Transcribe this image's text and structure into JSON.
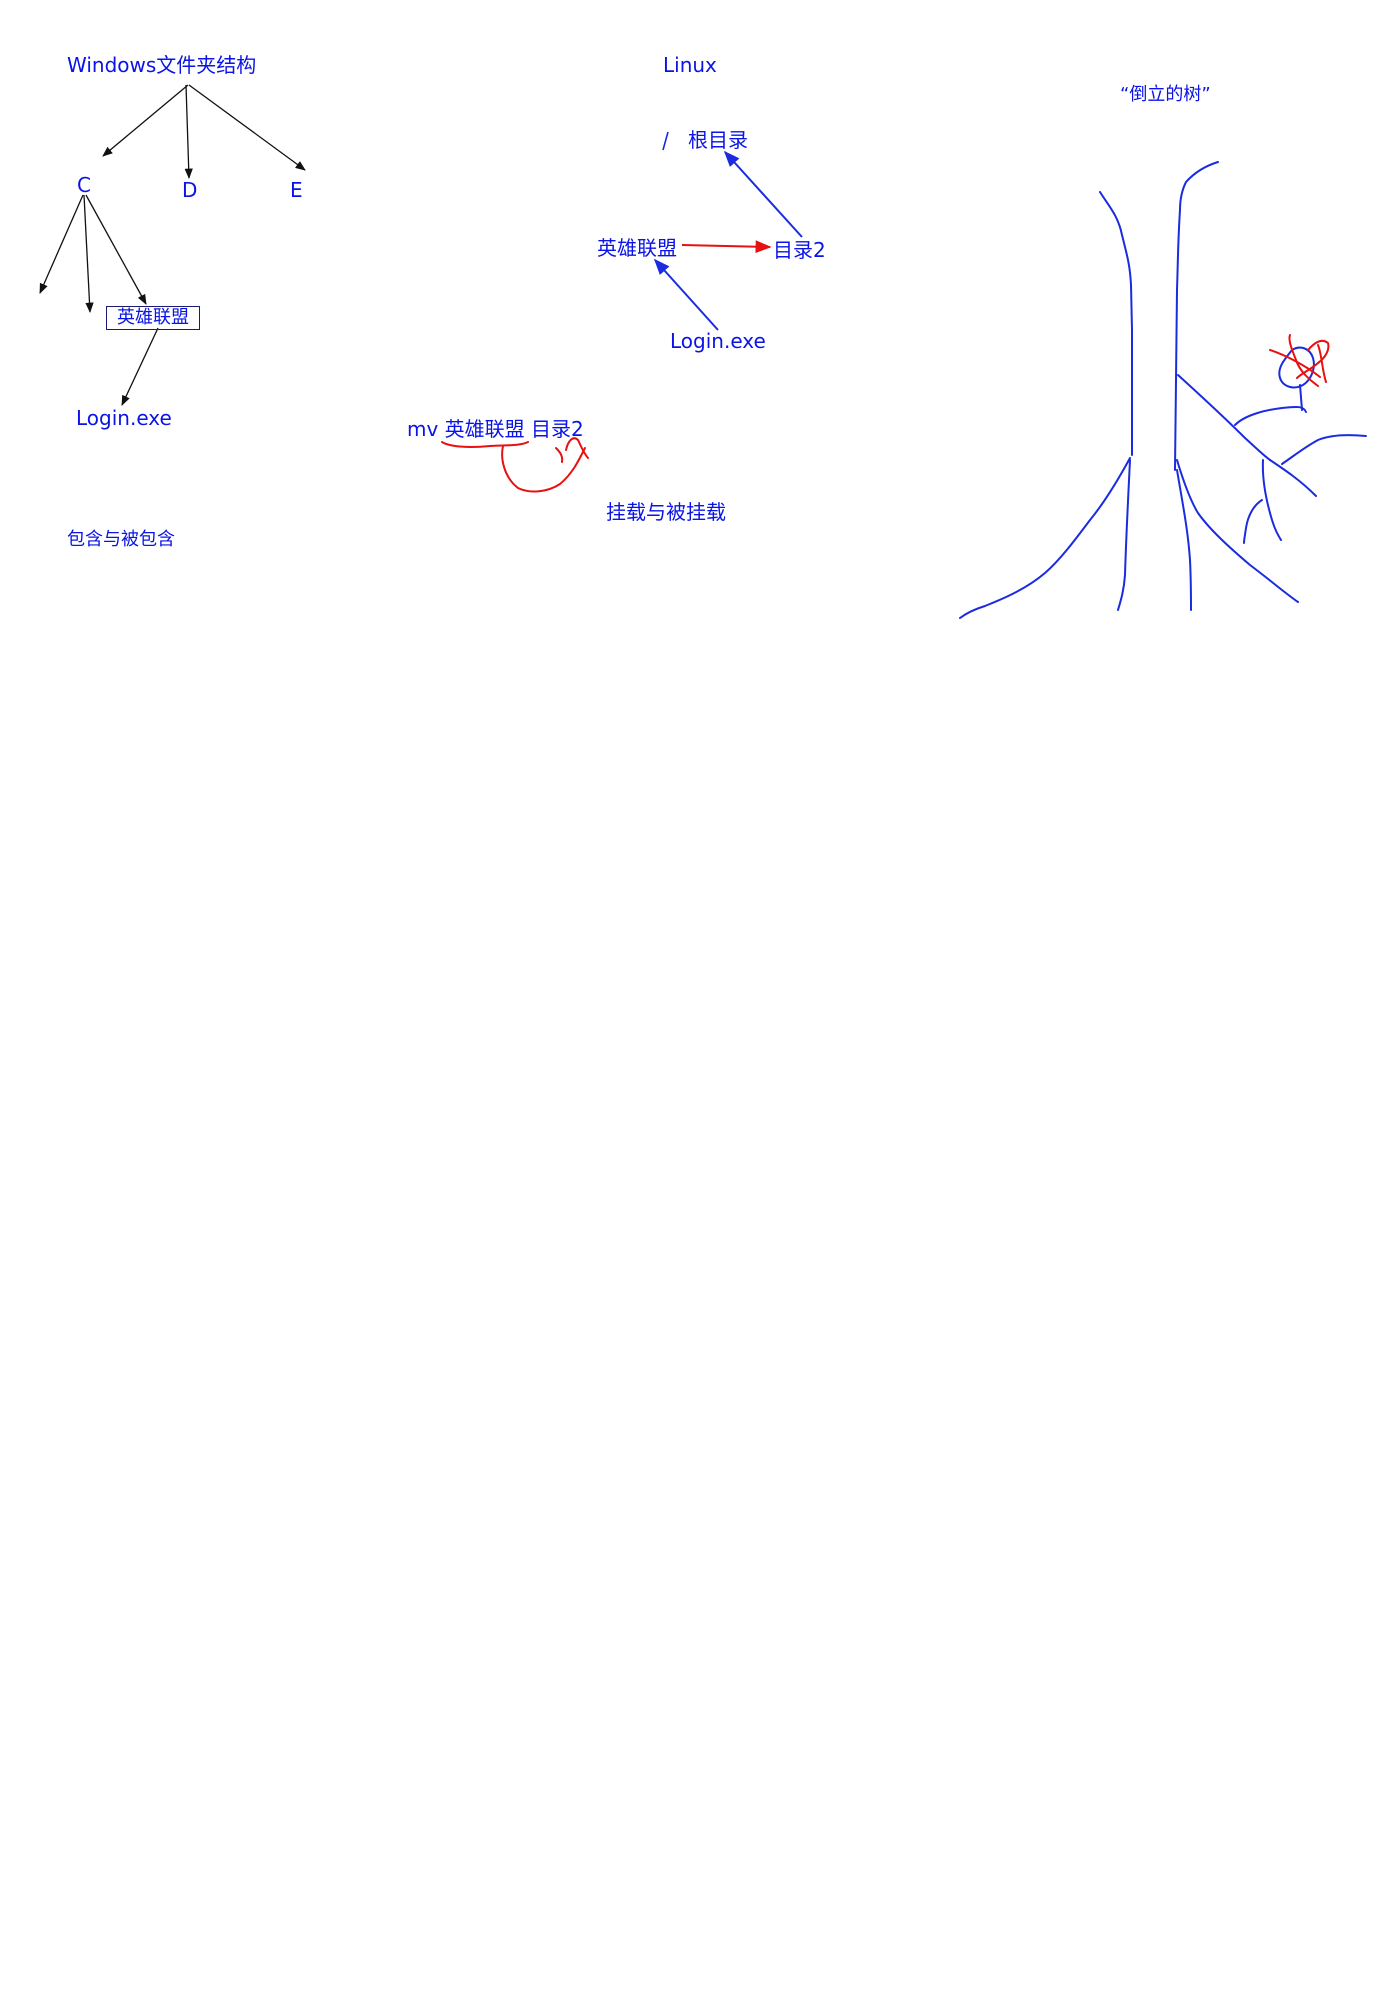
{
  "windows": {
    "title": "Windows文件夹结构",
    "drive_c": "C",
    "drive_d": "D",
    "drive_e": "E",
    "folder": "英雄联盟",
    "file": "Login.exe",
    "note": "包含与被包含"
  },
  "linux": {
    "title": "Linux",
    "root_slash": "/",
    "root_label": "根目录",
    "folder": "英雄联盟",
    "target_dir": "目录2",
    "file": "Login.exe",
    "command": "mv 英雄联盟 目录2",
    "note": "挂载与被挂载"
  },
  "tree": {
    "caption": "“倒立的树”"
  },
  "colors": {
    "text_blue": "#0a14e6",
    "stroke_blue": "#1a2be0",
    "stroke_red": "#e81010",
    "arrow_black": "#111111"
  }
}
